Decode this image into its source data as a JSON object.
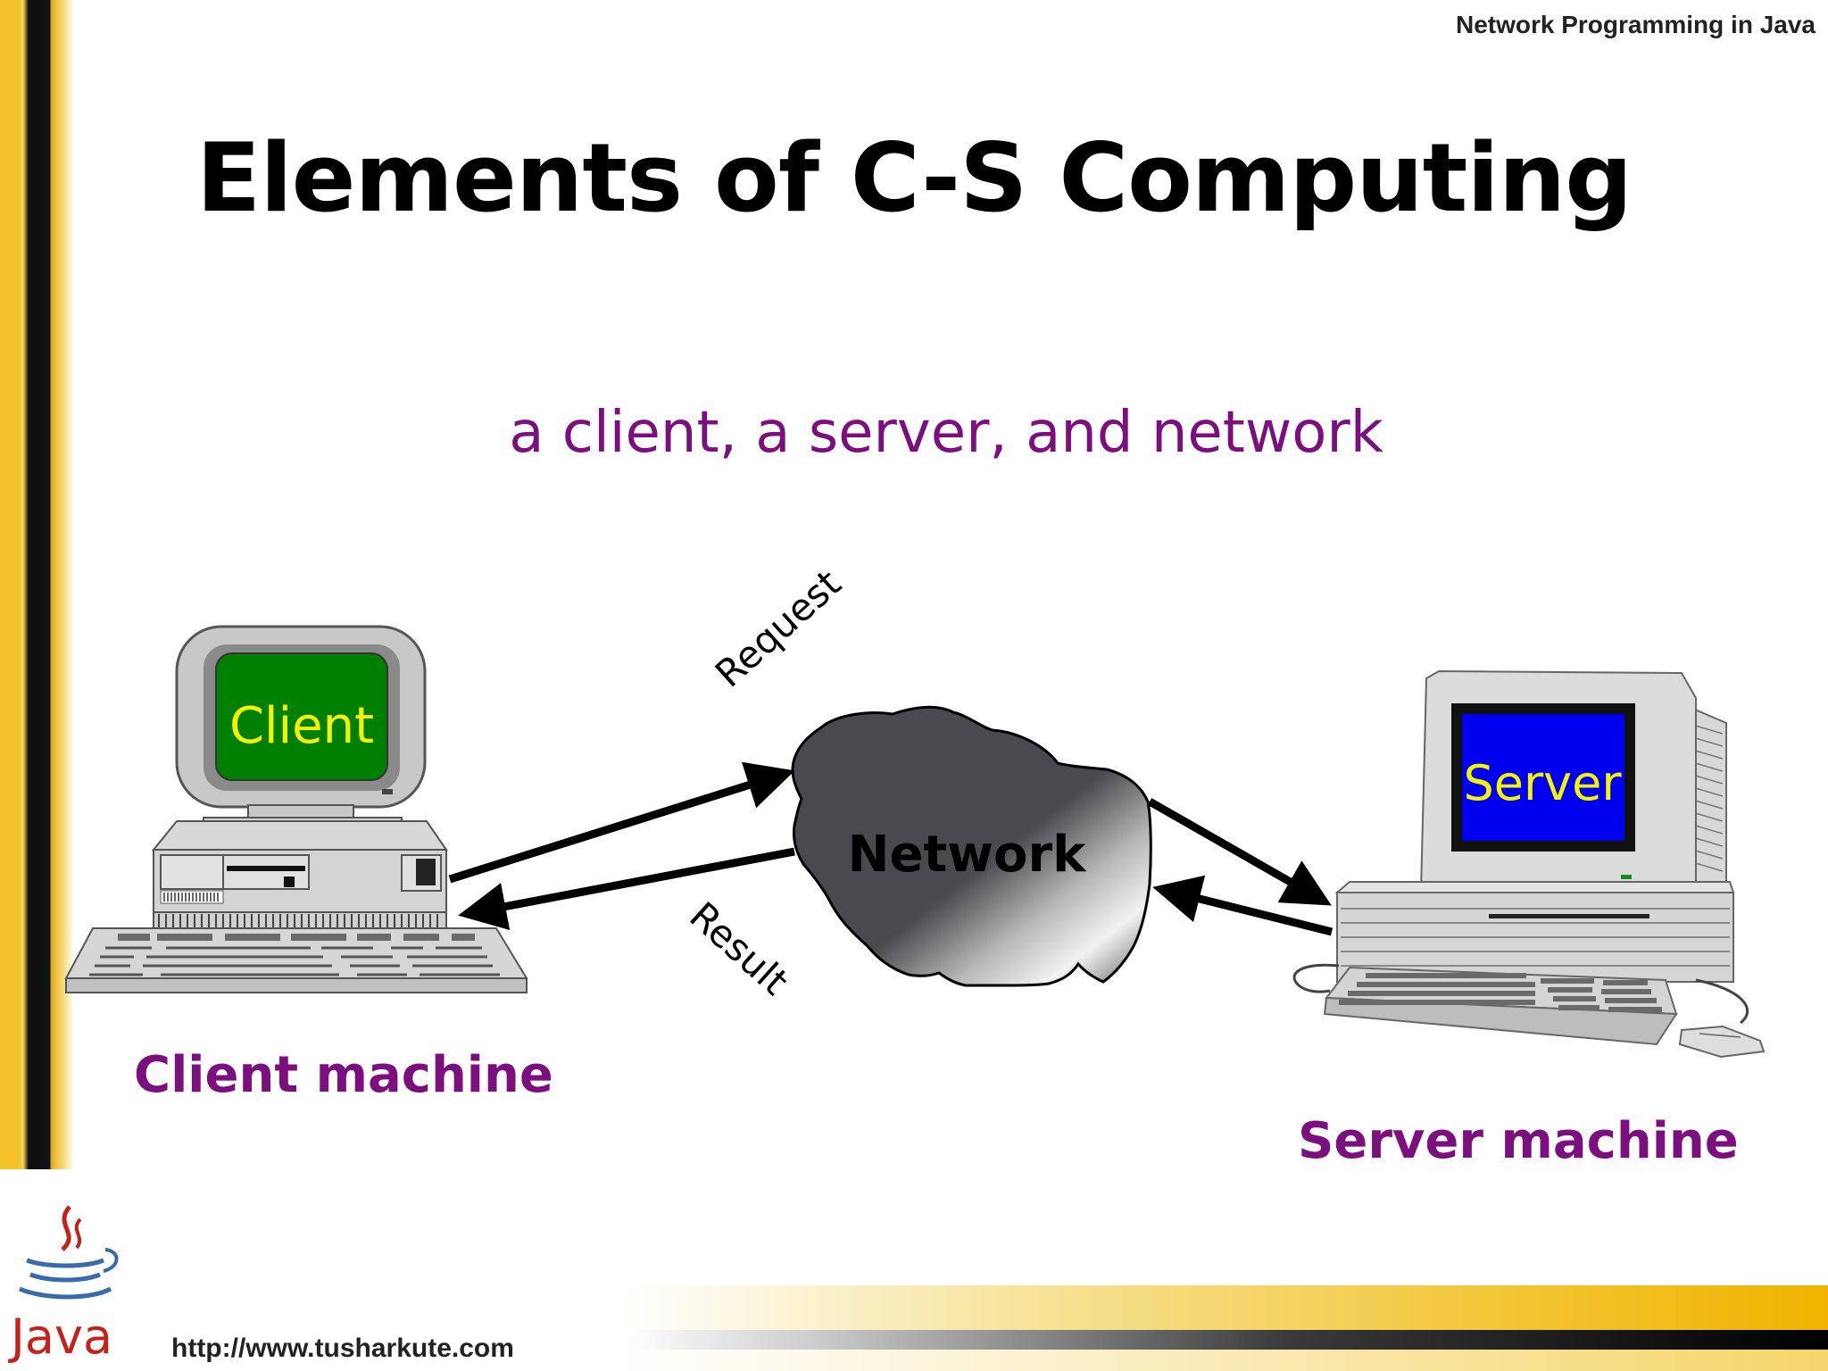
{
  "header": {
    "course": "Network Programming in Java"
  },
  "slide": {
    "title": "Elements of C-S Computing",
    "subtitle": "a client, a server, and network"
  },
  "diagram": {
    "client_screen_text": "Client",
    "server_screen_text": "Server",
    "network_label": "Network",
    "request_label": "Request",
    "result_label": "Result",
    "client_machine_label": "Client machine",
    "server_machine_label": "Server machine",
    "colors": {
      "client_screen": "#008000",
      "client_text": "#f5f500",
      "server_screen": "#0000f0",
      "server_text": "#f5f500",
      "label_purple": "#7c0f7e"
    }
  },
  "footer": {
    "logo_text": "Java",
    "url": "http://www.tusharkute.com"
  }
}
